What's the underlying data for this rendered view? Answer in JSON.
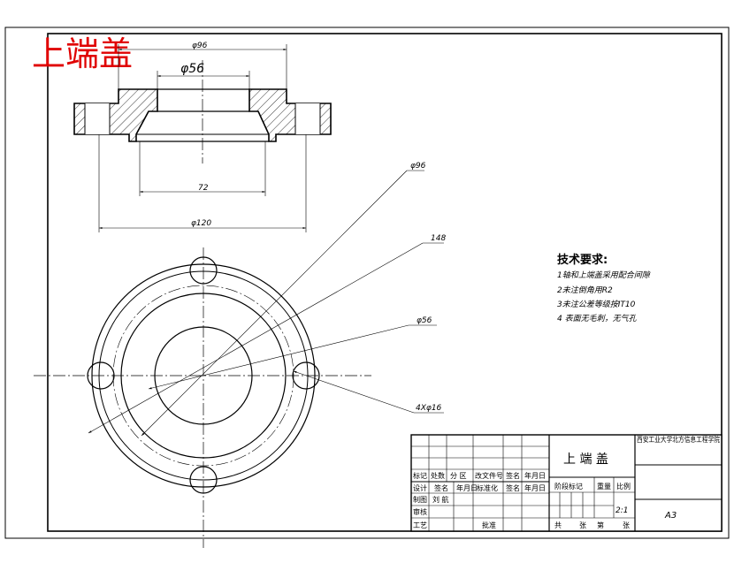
{
  "drawing": {
    "part_title": "上端盖",
    "dimensions": {
      "phi96_top": "φ96",
      "phi56_top": "φ56",
      "len72": "72",
      "phi120": "φ120",
      "leader_phi96": "φ96",
      "leader_148": "148",
      "leader_phi56": "φ56",
      "leader_holes": "4Xφ16"
    },
    "tech_requirements": {
      "heading": "技术要求:",
      "items": [
        "1轴和上端盖采用配合间隙",
        "2未注倒角用R2",
        "3未注公差等级按IT10",
        "4 表面无毛刺，无气孔"
      ]
    }
  },
  "title_block": {
    "part_name": "上 端 盖",
    "organization": "西安工业大学北方信息工程学院",
    "sheet_size": "A3",
    "scale_value": "2:1",
    "row_labels": [
      "标记",
      "设计",
      "制图",
      "审核",
      "工艺"
    ],
    "change_headers": [
      "处数",
      "分 区",
      "改文件号",
      "签名",
      "年月日"
    ],
    "design_headers": [
      "签名",
      "年月日",
      "标准化",
      "签名",
      "年月日"
    ],
    "drafter": "刘  航",
    "approve_label": "批准",
    "stage_label": "阶段标记",
    "weight_label": "重量",
    "scale_label": "比例",
    "sheet_labels": [
      "共",
      "张",
      "第",
      "张"
    ]
  }
}
